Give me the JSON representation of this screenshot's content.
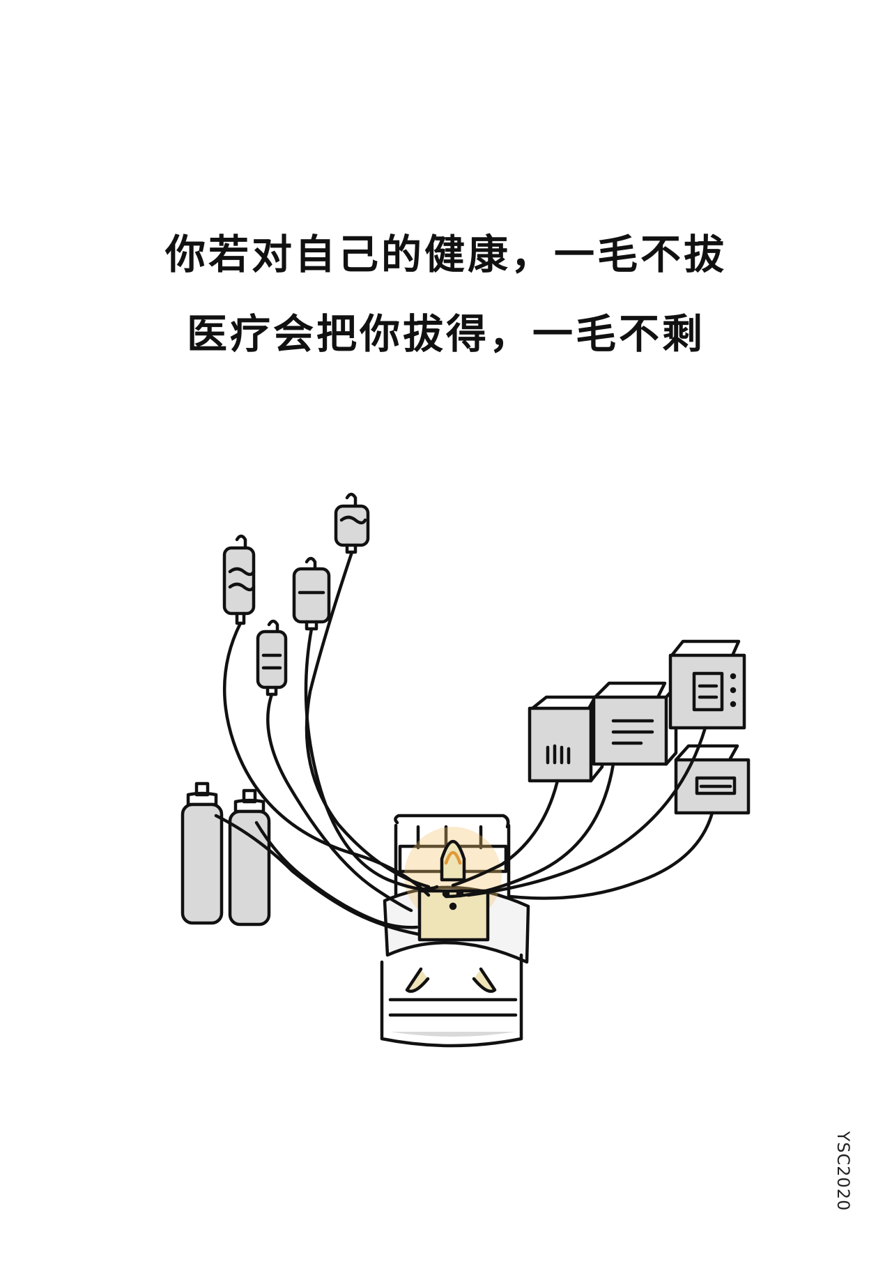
{
  "caption": {
    "line1": "你若对自己的健康，一毛不拔",
    "line2": "医疗会把你拔得，一毛不剩"
  },
  "signature": "YSC2020",
  "colors": {
    "ink": "#111111",
    "shade": "#d9d9d9",
    "patient_glow": "#f3c36a",
    "patient_skin": "#efe3b8"
  },
  "illustration_items": [
    "iv-bag-icon",
    "oxygen-tank-icon",
    "medical-monitor-icon",
    "hospital-bed-icon",
    "patient-icon",
    "tube-icon"
  ]
}
